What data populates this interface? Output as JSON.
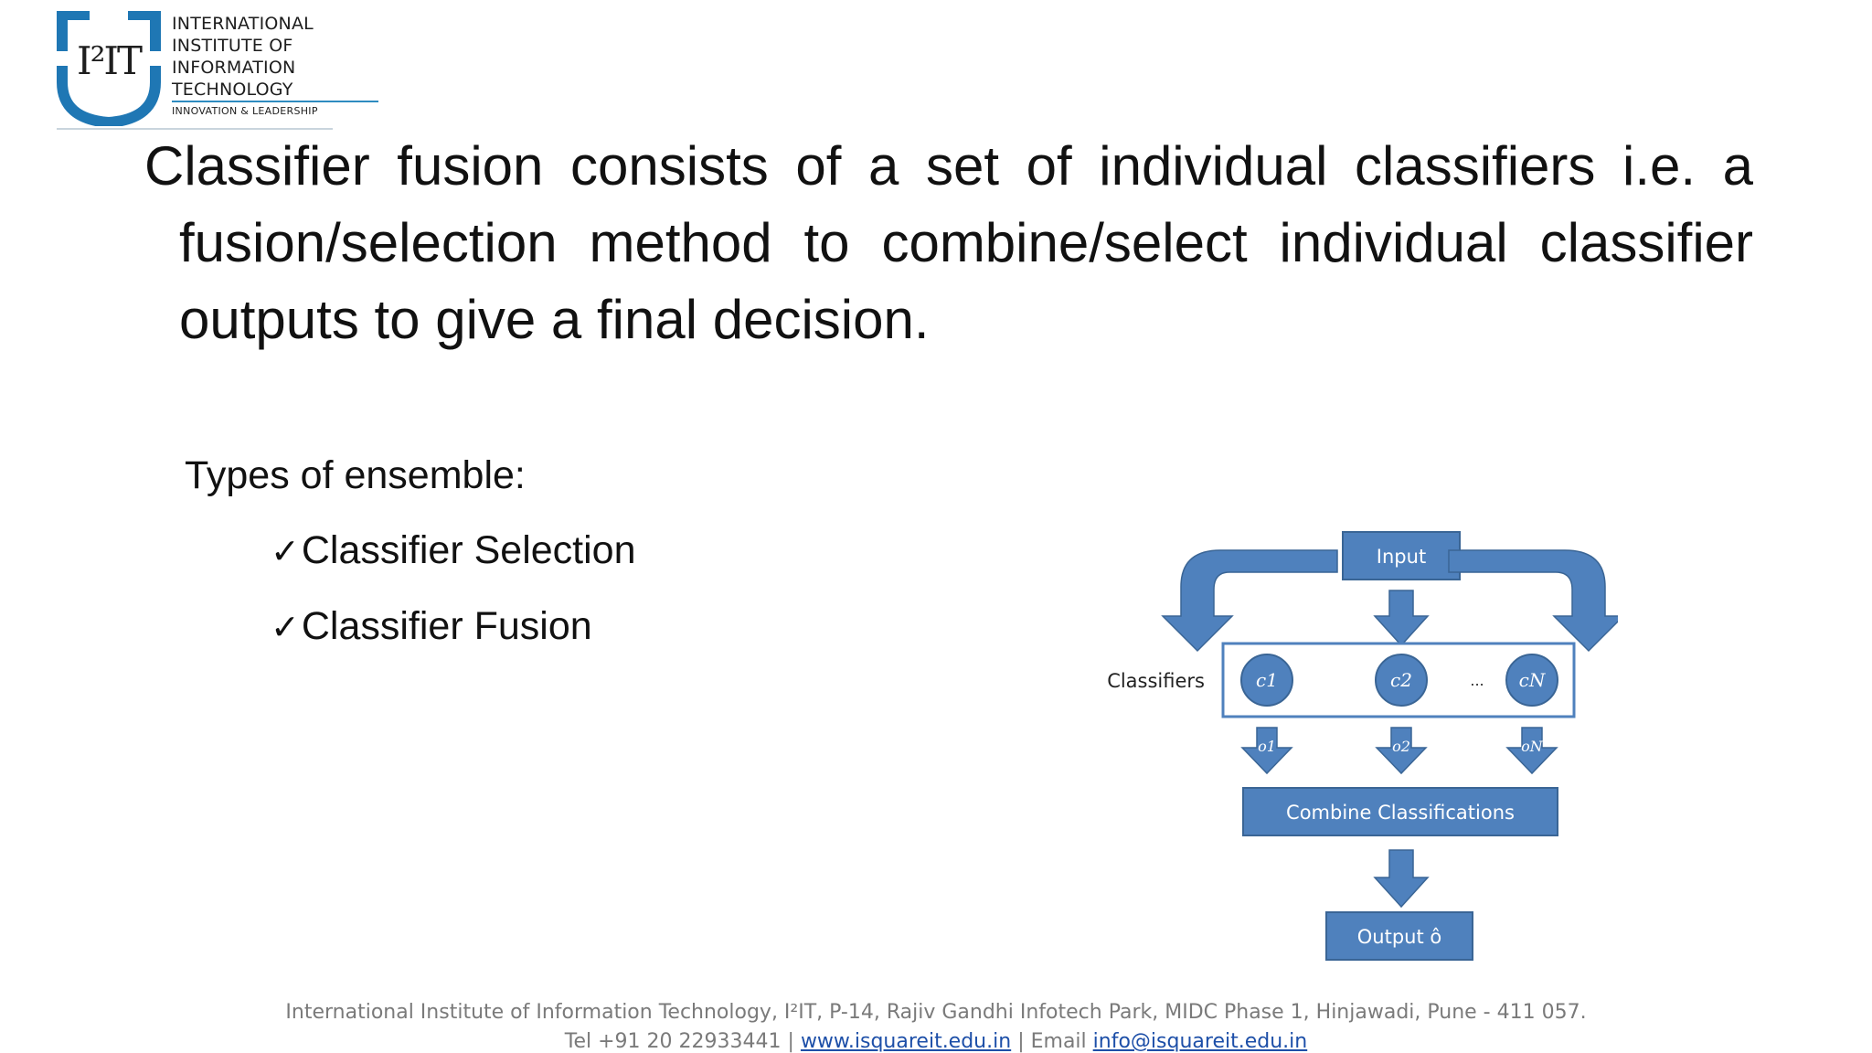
{
  "logo": {
    "mark": "I²IT",
    "lines": [
      "INTERNATIONAL",
      "INSTITUTE OF",
      "INFORMATION",
      "TECHNOLOGY"
    ],
    "tagline": "INNOVATION & LEADERSHIP",
    "color": "#1f77b4"
  },
  "main_text": {
    "first": "Classifier fusion consists of a set of individual classifiers i.e. a fusion/selection method to combine/select individual classifier outputs to give a final decision."
  },
  "types": {
    "heading": "Types of ensemble:",
    "check": "✓",
    "items": [
      "Classifier Selection",
      "Classifier Fusion"
    ]
  },
  "diagram": {
    "input_label": "Input",
    "classifiers_label": "Classifiers",
    "classifier_nodes": [
      "c1",
      "c2",
      "cN"
    ],
    "ellipsis": "...",
    "outputs": [
      "o1",
      "o2",
      "oN"
    ],
    "combine_label": "Combine Classifications",
    "output_label": "Output ô",
    "fill_color": "#4f81bd",
    "stroke_color": "#3a6595"
  },
  "footer": {
    "address": "International Institute of Information Technology, I²IT, P-14, Rajiv Gandhi Infotech Park, MIDC Phase 1, Hinjawadi, Pune - 411 057.",
    "tel": "Tel +91 20 22933441",
    "sep1": "|",
    "website": "www.isquareit.edu.in",
    "sep2": "|",
    "email_label": "Email",
    "email": "info@isquareit.edu.in"
  }
}
